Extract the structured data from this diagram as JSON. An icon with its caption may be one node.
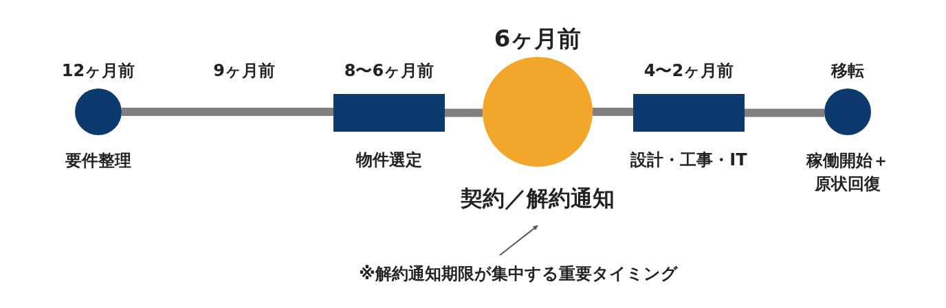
{
  "diagram": {
    "nodes": [
      {
        "text": [
          "12ヶ月前",
          "要件整理"
        ]
      },
      {
        "text": [
          "8〜6ヶ月前",
          "物件選定"
        ]
      },
      {
        "text": [
          "6ヶ月前",
          "契約／解約通知"
        ]
      },
      {
        "text": [
          "4〜2ヶ月前",
          "設計・工事・IT"
        ]
      },
      {
        "text": [
          "移転",
          "稼働開始＋原状回復"
        ]
      },
      {
        "text": [
          "※解約通知期限が集中する重要タイミング"
        ]
      }
    ],
    "edges": [
      {
        "from": 0,
        "to": 1,
        "arrow": "none"
      },
      {
        "from": 1,
        "to": 2,
        "arrow": "none"
      },
      {
        "from": 2,
        "to": 3,
        "arrow": "none"
      },
      {
        "from": 3,
        "to": 4,
        "arrow": "none"
      },
      {
        "from": 5,
        "to": 2,
        "arrow": "to"
      }
    ],
    "labels": [
      "9ヶ月前"
    ]
  }
}
